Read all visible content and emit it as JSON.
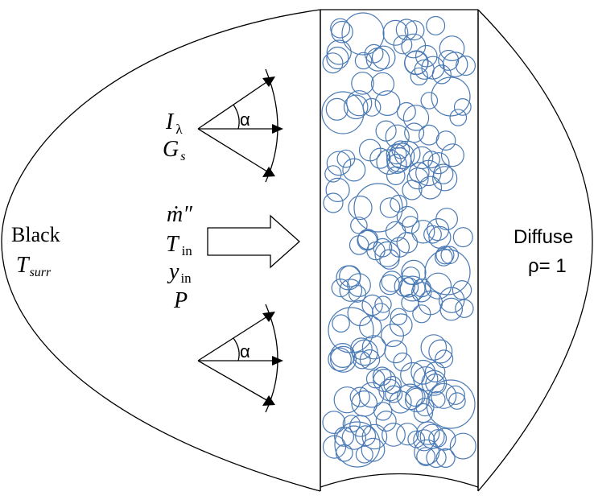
{
  "left_label": {
    "title": "Black",
    "symbol": "T",
    "subscript": "surr"
  },
  "right_label": {
    "title": "Diffuse",
    "rho": "ρ= 1"
  },
  "upper_arrows": {
    "intensity": "I",
    "intensity_sub": "λ",
    "irradiance": "G",
    "irradiance_sub": "s",
    "angle": "α"
  },
  "lower_arrows": {
    "angle": "α"
  },
  "flow_labels": {
    "mass_flux": "ṁ″",
    "temperature": "T",
    "temperature_sub": "in",
    "mass_fraction": "y",
    "mass_fraction_sub": "in",
    "pressure": "P"
  },
  "colors": {
    "particle": "#4a7ab5",
    "line": "#000000"
  }
}
